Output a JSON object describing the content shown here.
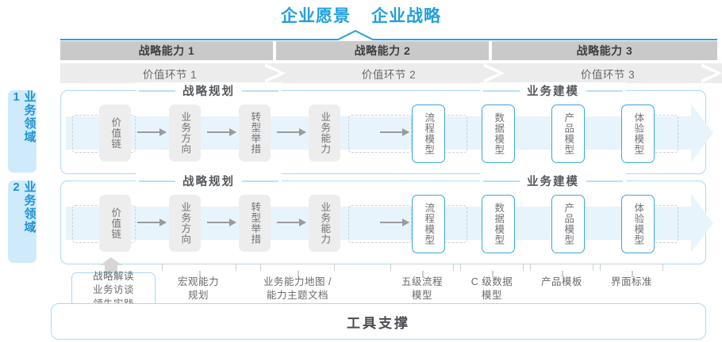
{
  "header": {
    "vision": "企业愿景",
    "strategy": "企业战略"
  },
  "capabilities": [
    {
      "label": "战略能力 1"
    },
    {
      "label": "战略能力 2"
    },
    {
      "label": "战略能力 3"
    }
  ],
  "value_links": [
    {
      "label": "价值环节 1"
    },
    {
      "label": "价值环节 2"
    },
    {
      "label": "价值环节 3"
    }
  ],
  "domains": [
    {
      "label": "业务领域 1"
    },
    {
      "label": "业务领域 2"
    }
  ],
  "sections": {
    "planning": "战略规划",
    "modeling": "业务建模"
  },
  "nodes": {
    "planning": [
      {
        "label": "价值链"
      },
      {
        "label": "业务方向"
      },
      {
        "label": "转型举措"
      },
      {
        "label": "业务能力"
      }
    ],
    "modeling": [
      {
        "label": "流程模型"
      },
      {
        "label": "数据模型"
      },
      {
        "label": "产品模型"
      },
      {
        "label": "体验模型"
      }
    ]
  },
  "tool_labels": [
    {
      "label": "战略解读\n业务访谈\n领先实践"
    },
    {
      "label": "宏观能力\n规划"
    },
    {
      "label": "业务能力地图 /\n能力主题文档"
    },
    {
      "label": "五级流程\n模型"
    },
    {
      "label": "C 级数据\n模型"
    },
    {
      "label": "产品模板"
    },
    {
      "label": "界面标准"
    }
  ],
  "tool_support": {
    "label": "工具支撑"
  },
  "colors": {
    "brand_blue": "#22a0dd",
    "border_blue": "#a9d9f2",
    "band_blue": "#e8f4fc",
    "domain_bg": "#cfeafb",
    "cap_gray": "#c9c9c9",
    "vl_gray": "#ececec",
    "node_gray": "#ededed",
    "text_gray": "#6f7276"
  }
}
